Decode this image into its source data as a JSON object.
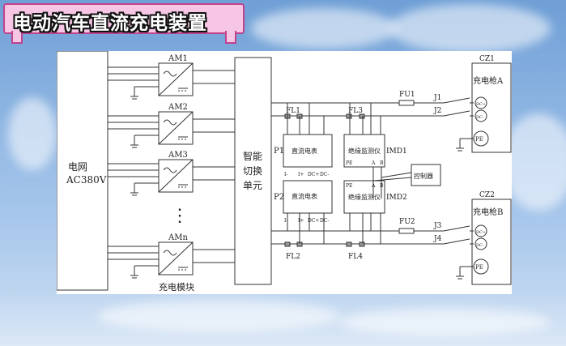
{
  "title": "电动汽车直流充电装置",
  "grid_label_1": "电网",
  "grid_label_2": "AC380V",
  "modules": [
    "AM1",
    "AM2",
    "AM3",
    "AMn"
  ],
  "module_caption": "充电模块",
  "ellipsis": "⋮",
  "switch_unit": [
    "智能",
    "切换",
    "单元"
  ],
  "p1": "P1",
  "p2": "P2",
  "fl1": "FL1",
  "fl2": "FL2",
  "fl3": "FL3",
  "fl4": "FL4",
  "meter_label": "直流电表",
  "imd_box_label": "绝缘监测仪",
  "imd1": "IMD1",
  "imd2": "IMD2",
  "pe": "PE",
  "ab_a": "A",
  "ab_b": "B",
  "terms": [
    "I-",
    "I+",
    "DC+",
    "DC-"
  ],
  "controller": "控制器",
  "fu1": "FU1",
  "fu2": "FU2",
  "j1": "J1",
  "j2": "J2",
  "j3": "J3",
  "j4": "J4",
  "cz1": "CZ1",
  "cz2": "CZ2",
  "gun_a": "充电枪A",
  "gun_b": "充电枪B",
  "dc_plus": "DC+",
  "dc_minus": "DC-",
  "pe_circle": "PE"
}
